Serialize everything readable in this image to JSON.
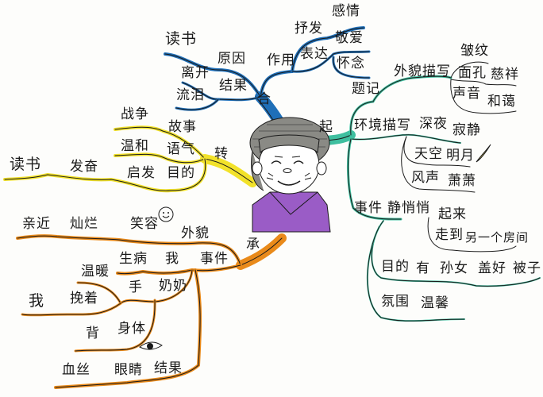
{
  "title": "Mind map: 读书 (grandma story) — 起 承 转 合",
  "colors": {
    "he_blue": "#1f6fb8",
    "qi_green": "#3fbf9f",
    "zhuan_yellow": "#f2e22a",
    "cheng_orange": "#e98a1a",
    "ink": "#1a1a1a",
    "hair_gray": "#8a8a85",
    "shirt_purple": "#9a5cc6"
  },
  "center": {
    "figure": "grandma-smiling-portrait"
  },
  "branches": {
    "he": {
      "label": "合",
      "zuoyong": "作用",
      "shufa": "抒发",
      "gqing": "感情",
      "biaoda": "表达",
      "jingai": "敬爱",
      "huainian": "怀念",
      "yuanyin": "原因",
      "dushu": "读书",
      "jieguo": "结果",
      "likai": "离开",
      "liulei": "流泪"
    },
    "qi": {
      "label": "起",
      "tiji": "题记",
      "waimao": "外貌描写",
      "zhouwen": "皱纹",
      "mianKong": "面孔",
      "cixiang": "慈祥",
      "shengyin": "声音",
      "heai": "和蔼",
      "huanjing": "环境描写",
      "shenye": "深夜",
      "jijing": "寂静",
      "tiankong": "天空",
      "mingliang": "明月",
      "fengsheng": "风声",
      "xiaoxiao": "萧萧",
      "shijian": "事件",
      "qiaoqiao": "静悄悄",
      "qilai": "起来",
      "zoudao": "走到",
      "lingyijian": "另一个房间",
      "mudi": "目的",
      "you": "有",
      "sunnv": "孙女",
      "gaihao": "盖好",
      "beizi": "被子",
      "fenwei": "氛围",
      "wenxin": "温馨"
    },
    "zhuan": {
      "label": "转",
      "gushi": "故事",
      "zhanzheng": "战争",
      "yuqi": "语气",
      "wenhe": "温和",
      "mudi": "目的",
      "qifa": "启发",
      "fafen": "发奋",
      "dushu": "读书"
    },
    "cheng": {
      "label": "承",
      "waimao": "外貌",
      "xiaorong": "笑容",
      "canlan": "灿烂",
      "qinjin": "亲近",
      "shijian": "事件",
      "wo": "我",
      "shengbing": "生病",
      "nainai": "奶奶",
      "shou": "手",
      "wennuan": "温暖",
      "wanzhe": "挽着",
      "wo2": "我",
      "shenti": "身体",
      "bei": "背",
      "jieguo": "结果",
      "yanjing": "眼睛",
      "xuesi": "血丝"
    }
  }
}
